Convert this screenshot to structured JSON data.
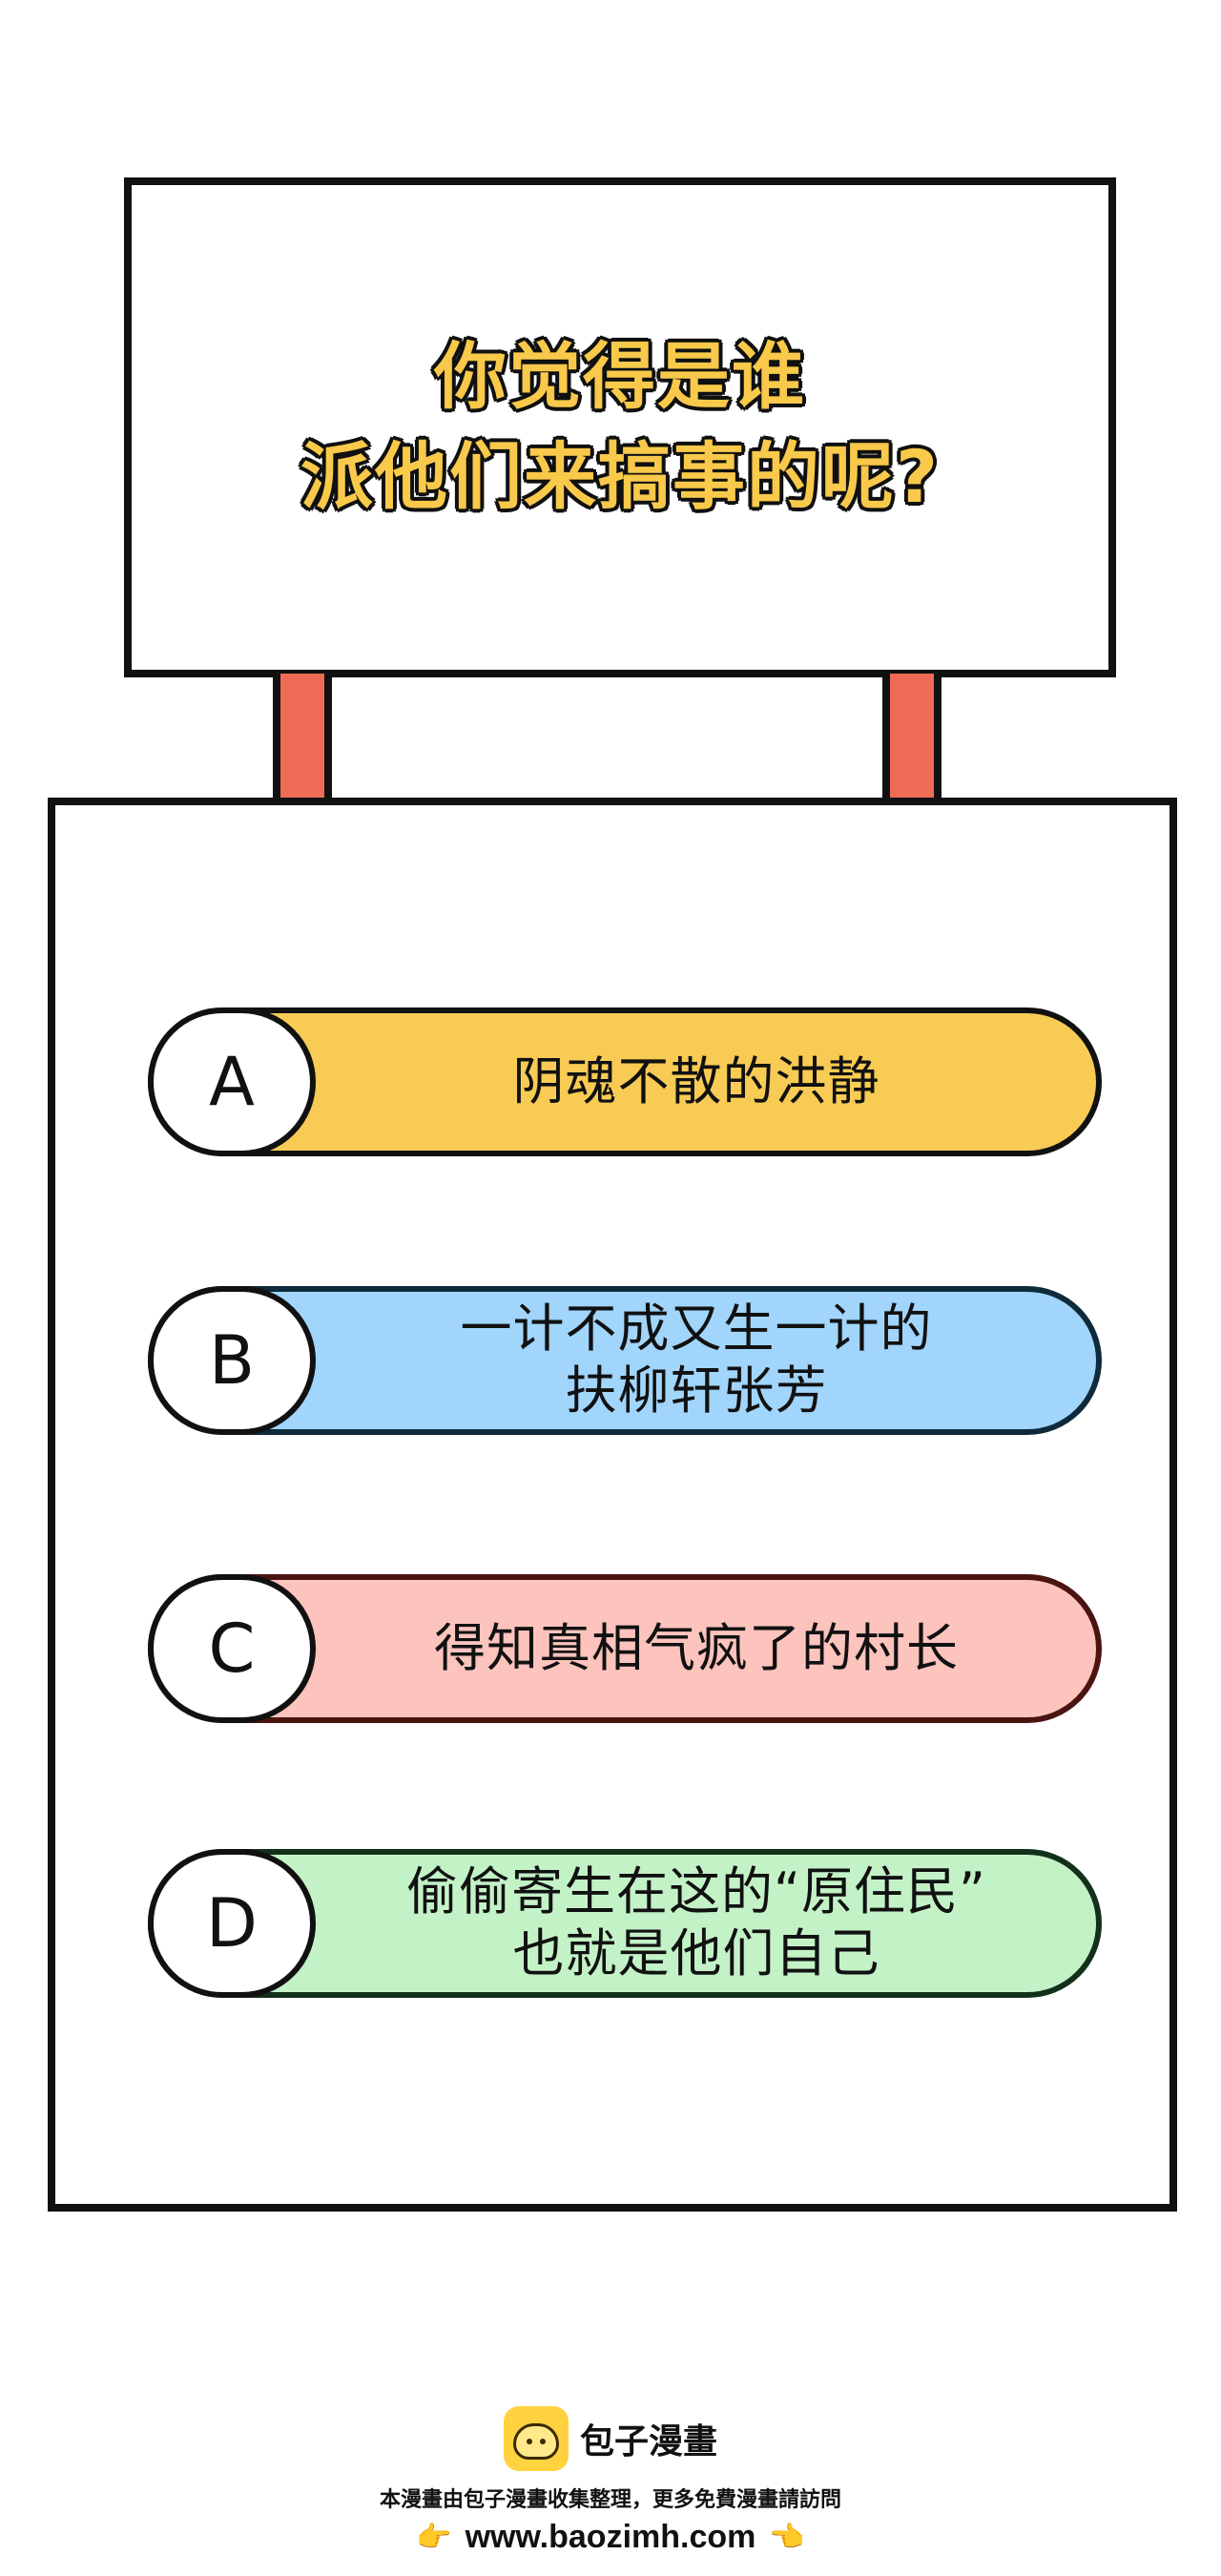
{
  "question": {
    "line1": "你觉得是谁",
    "line2": "派他们来搞事的呢?"
  },
  "options": [
    {
      "letter": "A",
      "lines": [
        "阴魂不散的洪静"
      ],
      "color": "#f8cb55"
    },
    {
      "letter": "B",
      "lines": [
        "一计不成又生一计的",
        "扶柳轩张芳"
      ],
      "color": "#a1d5fb"
    },
    {
      "letter": "C",
      "lines": [
        "得知真相气疯了的村长"
      ],
      "color": "#fdc3bd"
    },
    {
      "letter": "D",
      "lines": [
        "偷偷寄生在这的“原住民”",
        "也就是他们自己"
      ],
      "color": "#c3f2c7"
    }
  ],
  "footer": {
    "brand": "包子漫畫",
    "notice": "本漫畫由包子漫畫收集整理，更多免費漫畫請訪問",
    "url": "www.baozimh.com",
    "hand_left": "👉",
    "hand_right": "👈",
    "logo_icon": "bun-icon"
  },
  "colors": {
    "title_fill": "#f8c94a",
    "post": "#ee6b56",
    "outline": "#111111"
  }
}
